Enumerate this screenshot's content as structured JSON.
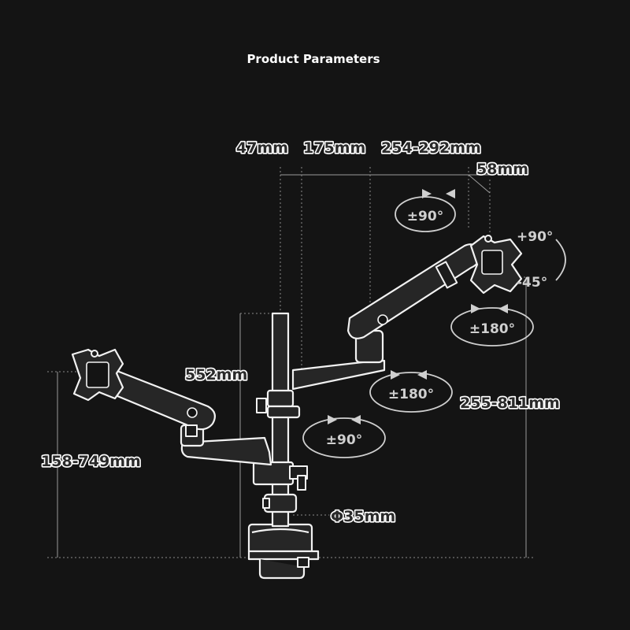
{
  "title": "Product Parameters",
  "dimensions": {
    "base_offset": "47mm",
    "arm_segment": "175mm",
    "arm_extension": "254-292mm",
    "head_depth": "58mm",
    "pole_height": "552mm",
    "left_height_range": "158-749mm",
    "right_height_range": "255-811mm",
    "pole_diameter": "Φ35mm"
  },
  "rotations": {
    "right_head_swivel": "±90°",
    "right_tilt_up": "+90°",
    "right_tilt_down": "-45°",
    "right_rotation": "±180°",
    "middle_rotation": "±180°",
    "lower_swivel": "±90°"
  },
  "colors": {
    "background": "#141414",
    "line": "#f2f2f2",
    "text": "#ffffff"
  }
}
